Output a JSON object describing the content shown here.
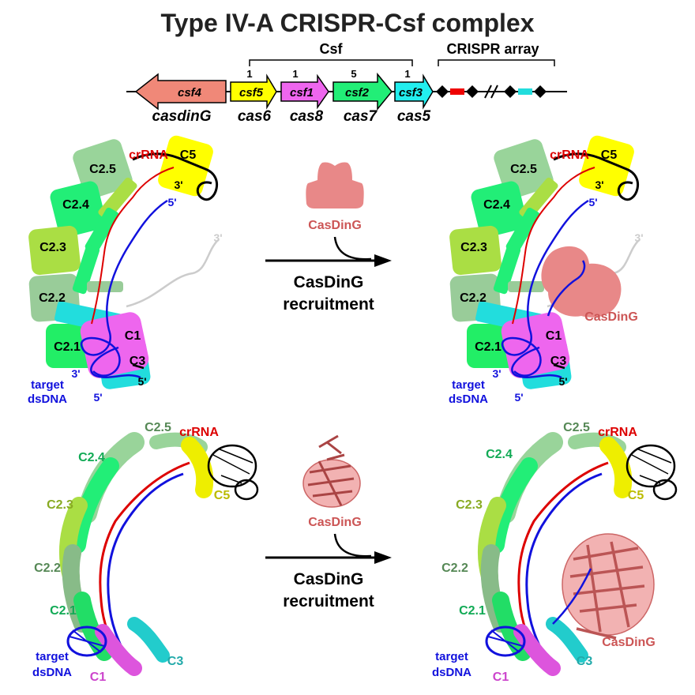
{
  "title": "Type IV-A CRISPR-Csf complex",
  "operon": {
    "csf_group": "Csf",
    "array_group": "CRISPR array",
    "genes": [
      {
        "name": "csf4",
        "alias": "casdinG",
        "copies": "",
        "color": "#f08878"
      },
      {
        "name": "csf5",
        "alias": "cas6",
        "copies": "1",
        "color": "#ffff00"
      },
      {
        "name": "csf1",
        "alias": "cas8",
        "copies": "1",
        "color": "#ee66ee"
      },
      {
        "name": "csf2",
        "alias": "cas7",
        "copies": "5",
        "color": "#22ee77"
      },
      {
        "name": "csf3",
        "alias": "cas5",
        "copies": "1",
        "color": "#22eeee"
      }
    ],
    "spacer_colors": [
      "#ee0000",
      "#22dddd"
    ]
  },
  "labels": {
    "c25": "C2.5",
    "c24": "C2.4",
    "c23": "C2.3",
    "c22": "C2.2",
    "c21": "C2.1",
    "c5": "C5",
    "c1": "C1",
    "c3": "C3",
    "crrna": "crRNA",
    "three_prime": "3'",
    "five_prime": "5'",
    "target": "target",
    "dsdna": "dsDNA",
    "casdinG": "CasDinG",
    "recruitment": "recruitment"
  },
  "colors": {
    "c25": "#99d49a",
    "c24": "#22ee77",
    "c23": "#aade44",
    "c22": "#99cc99",
    "c21": "#22ee66",
    "c5": "#ffff00",
    "c1": "#ee66ee",
    "c3": "#22dddd",
    "crrna": "#dd0000",
    "target": "#1111dd",
    "casdinG": "#e88888",
    "casdinG_text": "#cc5555"
  }
}
